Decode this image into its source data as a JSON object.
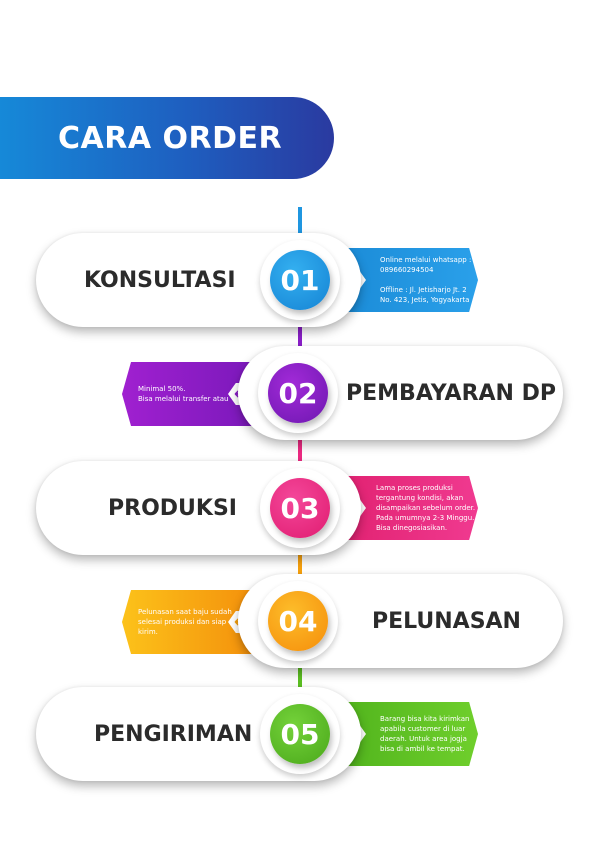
{
  "title": "CARA ORDER",
  "colors": {
    "title_gradient_start": "#1689d8",
    "title_gradient_end": "#2a3aa0",
    "step1": "#1f96e0",
    "step2": "#8a1fc8",
    "step3": "#ec2a82",
    "step4": "#f7a10e",
    "step5": "#5cbf22",
    "label_text": "#2b2b2b"
  },
  "steps": [
    {
      "number": "01",
      "label": "KONSULTASI",
      "side": "left",
      "info": "Online melalui whatsapp :\n089660294504\n\nOffline : Jl. Jetisharjo Jt. 2\nNo. 423, Jetis, Yogyakarta",
      "icon": "arrow-right-icon"
    },
    {
      "number": "02",
      "label": "PEMBAYARAN DP",
      "side": "right",
      "info": "Minimal 50%.\nBisa melalui transfer atau",
      "icon": "arrow-left-icon"
    },
    {
      "number": "03",
      "label": "PRODUKSI",
      "side": "left",
      "info": "Lama proses produksi\ntergantung kondisi, akan\ndisampaikan sebelum order.\nPada umumnya 2-3 Minggu.\nBisa dinegosiasikan.",
      "icon": "arrow-right-icon"
    },
    {
      "number": "04",
      "label": "PELUNASAN",
      "side": "right",
      "info": "Pelunasan saat baju sudah\nselesai produksi dan siap\nkirim.",
      "icon": "arrow-left-icon"
    },
    {
      "number": "05",
      "label": "PENGIRIMAN",
      "side": "left",
      "info": "Barang bisa kita kirimkan\napabila customer di luar\ndaerah. Untuk area jogja\nbisa di ambil ke tempat.",
      "icon": "arrow-right-icon"
    }
  ],
  "glyphs": {
    "arrow_right": "→",
    "arrow_left": "←"
  }
}
